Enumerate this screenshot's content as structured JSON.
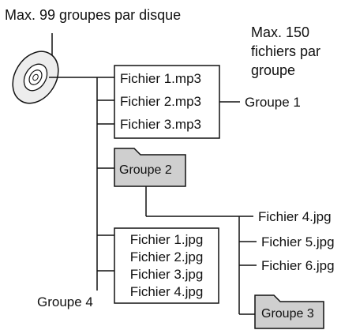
{
  "top_note": "Max. 99 groupes par disque",
  "side_note": [
    "Max. 150",
    "fichiers par",
    "groupe"
  ],
  "group1": {
    "label": "Groupe 1",
    "files": [
      "Fichier 1.mp3",
      "Fichier 2.mp3",
      "Fichier 3.mp3"
    ]
  },
  "group2": {
    "label": "Groupe 2"
  },
  "group3": {
    "label": "Groupe 3",
    "files": [
      "Fichier 4.jpg",
      "Fichier 5.jpg",
      "Fichier 6.jpg"
    ]
  },
  "group4": {
    "label": "Groupe 4",
    "files": [
      "Fichier 1.jpg",
      "Fichier 2.jpg",
      "Fichier 3.jpg",
      "Fichier 4.jpg"
    ]
  },
  "colors": {
    "line": "#111111",
    "folder_fill": "#cfcfcf",
    "disc_fill": "#ededed"
  },
  "icons": {
    "disc": "cd-disc-icon",
    "folder": "folder-icon"
  }
}
